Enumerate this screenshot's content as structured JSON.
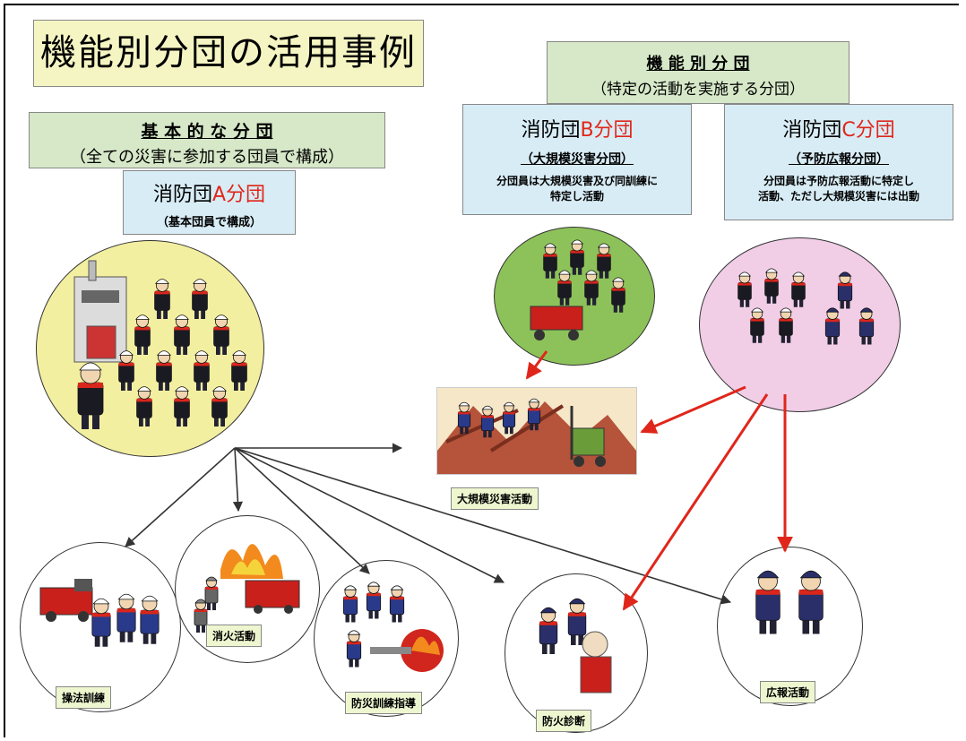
{
  "title": "機能別分団の活用事例",
  "basic": {
    "heading": "基 本 的 な 分 団",
    "subheading": "（全ての災害に参加する団員で構成）",
    "unit_prefix": "消防団",
    "unit_letter": "A分団",
    "unit_note": "（基本団員で構成）"
  },
  "functional": {
    "heading": "機 能 別 分 団",
    "subheading": "（特定の活動を実施する分団）"
  },
  "unit_b": {
    "prefix": "消防団",
    "letter": "B分団",
    "sub": "（大規模災害分団）",
    "desc_line1": "分団員は大規模災害及び同訓練に",
    "desc_line2": "特定し活動"
  },
  "unit_c": {
    "prefix": "消防団",
    "letter": "C分団",
    "sub": "（予防広報分団）",
    "desc_line1": "分団員は予防広報活動に特定し",
    "desc_line2": "活動、ただし大規模災害には出動"
  },
  "activities": {
    "disaster": "大規模災害活動",
    "drill": "操法訓練",
    "firefight": "消火活動",
    "training": "防災訓練指導",
    "inspection": "防火診断",
    "publicity": "広報活動"
  },
  "colors": {
    "accent_red": "#e0261b",
    "group_a_circle": "#f3efa0",
    "group_b_circle": "#8dc25a",
    "group_c_circle": "#f1cde6",
    "title_bg": "#f5f5c4",
    "green_box": "#d6e8c8",
    "blue_box": "#d8ecf5"
  }
}
